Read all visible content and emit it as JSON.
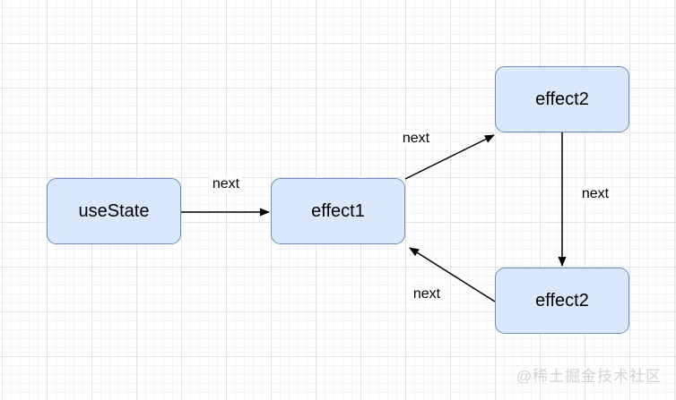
{
  "diagram": {
    "type": "flowchart-linked-list",
    "nodes": [
      {
        "id": "useState",
        "label": "useState"
      },
      {
        "id": "effect1",
        "label": "effect1"
      },
      {
        "id": "effect2-top",
        "label": "effect2"
      },
      {
        "id": "effect2-bottom",
        "label": "effect2"
      }
    ],
    "edges": [
      {
        "from": "useState",
        "to": "effect1",
        "label": "next"
      },
      {
        "from": "effect1",
        "to": "effect2-top",
        "label": "next"
      },
      {
        "from": "effect2-top",
        "to": "effect2-bottom",
        "label": "next"
      },
      {
        "from": "effect2-bottom",
        "to": "effect1",
        "label": "next"
      }
    ],
    "colors": {
      "node_fill": "#dae8fc",
      "node_border": "#6c8ebf",
      "edge_stroke": "#000000",
      "grid_major": "#e3e3e3",
      "grid_minor": "#f4f4f4",
      "watermark_text": "#d3d3d3"
    }
  },
  "watermark": {
    "text": "@稀土掘金技术社区"
  }
}
